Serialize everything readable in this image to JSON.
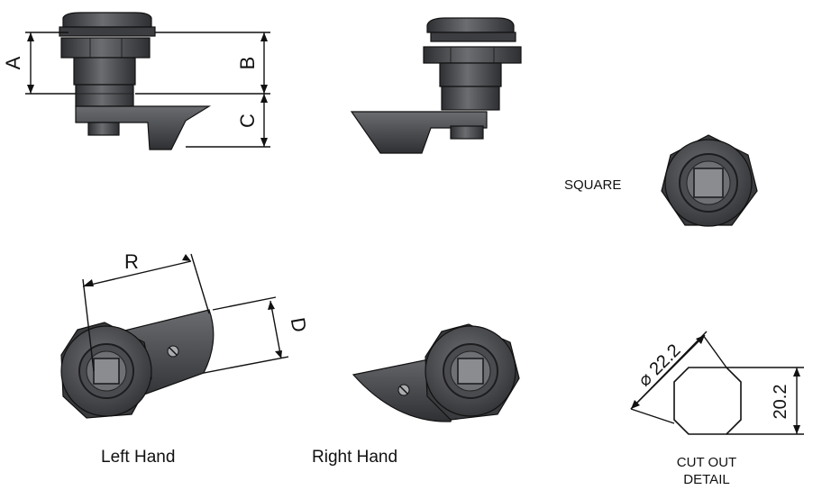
{
  "dimension_labels": {
    "a": "A",
    "b": "B",
    "c": "C",
    "r": "R",
    "d": "D"
  },
  "labels": {
    "square": "SQUARE",
    "left_hand": "Left Hand",
    "right_hand": "Right Hand",
    "cutout_line1": "CUT OUT",
    "cutout_line2": "DETAIL",
    "diameter": "⌀ 22.2",
    "flat": "20.2"
  },
  "colors": {
    "metal_dark": "#3a3b3e",
    "metal_mid": "#55575b",
    "metal_light": "#7a7c80",
    "line": "#111111"
  }
}
